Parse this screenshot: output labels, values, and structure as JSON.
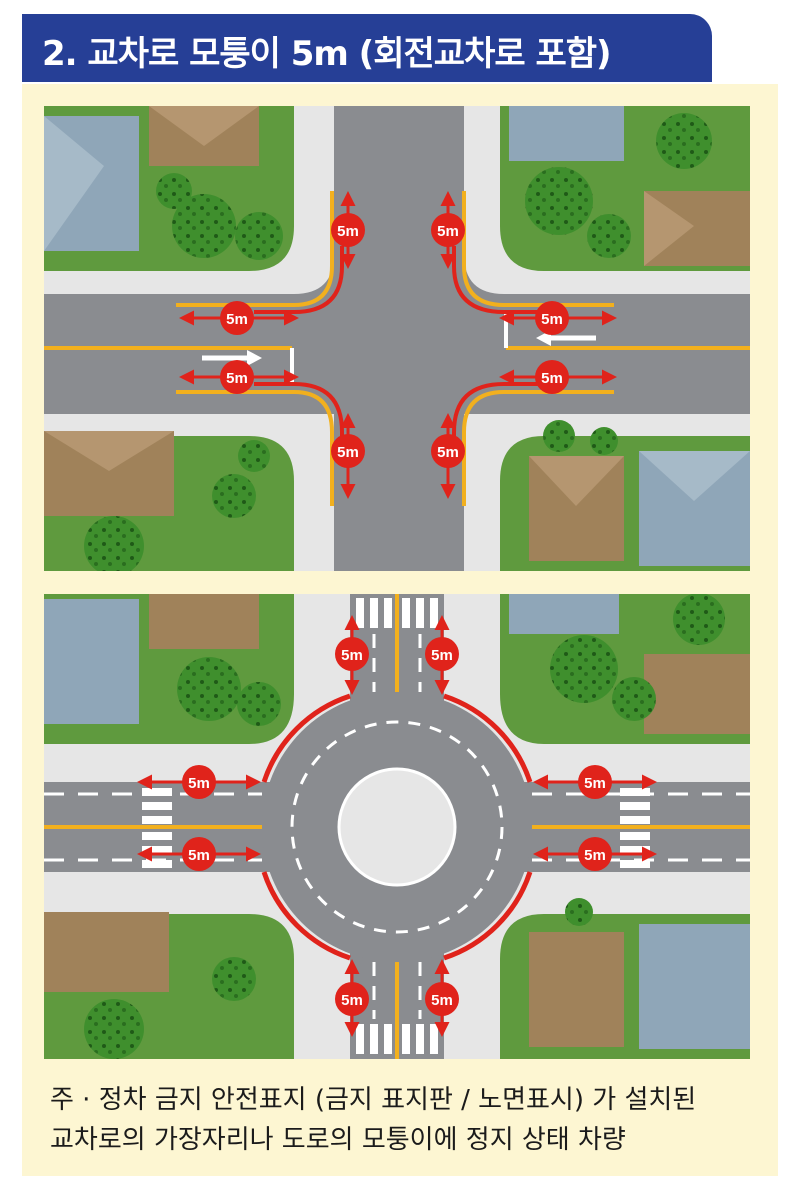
{
  "title": "2. 교차로 모퉁이 5m (회전교차로 포함)",
  "distance_label": "5m",
  "caption": {
    "line1": "주 · 정차 금지 안전표지 (금지 표지판 / 노면표시) 가 설치된",
    "line2": "교차로의 가장자리나 도로의 모퉁이에 정지 상태 차량"
  },
  "colors": {
    "title_bg": "#263f96",
    "panel_bg": "#fdf6d2",
    "road": "#8a8c90",
    "sidewalk": "#e6e6e6",
    "yellow_line": "#f2b01e",
    "red_marking": "#e0231b",
    "grass": "#3f8f2d"
  },
  "icons": [
    "double-headed-arrow-icon",
    "traffic-direction-arrow-icon",
    "tree-icon",
    "house-roof-icon",
    "crosswalk-icon"
  ]
}
